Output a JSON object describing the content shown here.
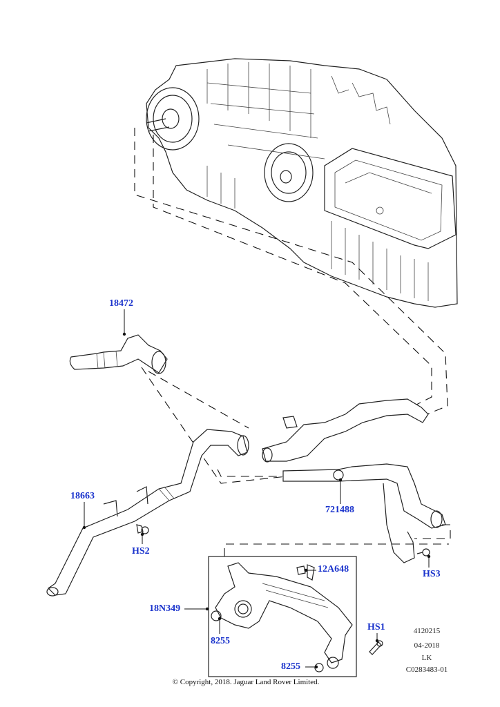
{
  "labels": {
    "p18472": "18472",
    "p18663": "18663",
    "p721488": "721488",
    "p18N349": "18N349",
    "p12A648": "12A648",
    "hs1": "HS1",
    "hs2": "HS2",
    "hs3": "HS3",
    "p8255_a": "8255",
    "p8255_b": "8255"
  },
  "meta": {
    "code1": "4120215",
    "date": "04-2018",
    "initials": "LK",
    "ref": "C0283483-01"
  },
  "copyright": "© Copyright, 2018. Jaguar Land Rover Limited.",
  "colors": {
    "label": "#1a33cc",
    "line": "#222222"
  }
}
